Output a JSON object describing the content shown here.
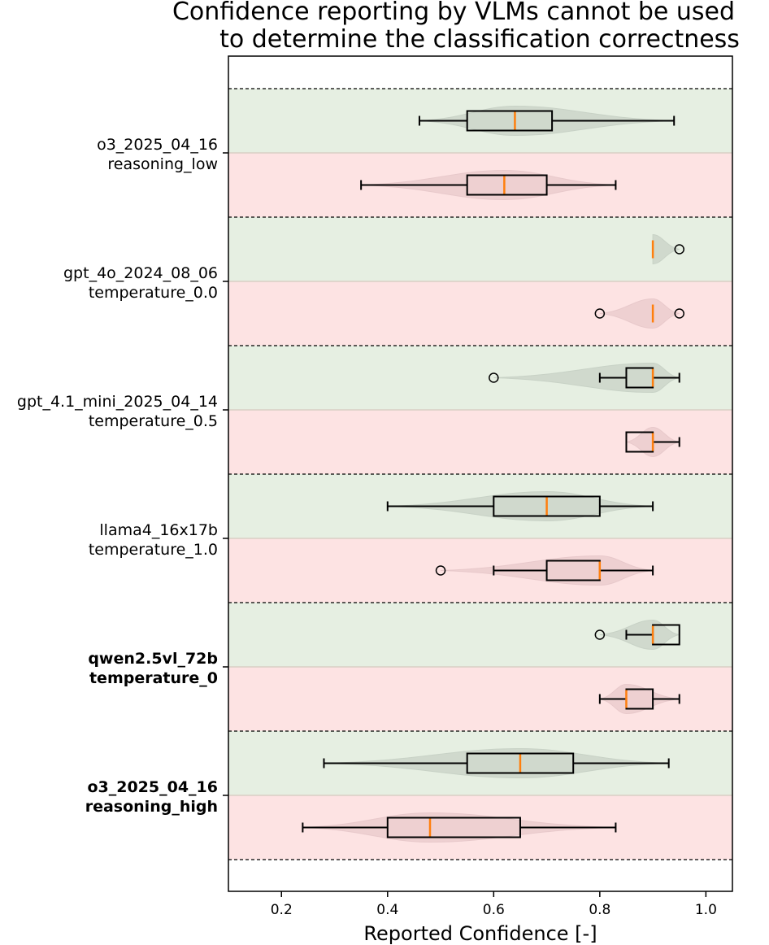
{
  "chart_data": {
    "type": "box",
    "title": [
      "Confidence reporting by VLMs cannot be used",
      "to determine the classification correctness"
    ],
    "xlabel": "Reported Confidence [-]",
    "xlim": [
      0.1,
      1.05
    ],
    "xticks": [
      "0.2",
      "0.4",
      "0.6",
      "0.8",
      "1.0"
    ],
    "xtick_values": [
      0.2,
      0.4,
      0.6,
      0.8,
      1.0
    ],
    "colors": {
      "correct_band": "#e6efe2",
      "incorrect_band": "#fde3e3",
      "correct_violin": "#c8d2c6",
      "incorrect_violin": "#e8c9cb",
      "median": "#ff7f0e",
      "box_edge": "#000000"
    },
    "groups": [
      {
        "label": [
          "o3_2025_04_16",
          "reasoning_low"
        ],
        "bold": false,
        "correct": {
          "whislo": 0.46,
          "q1": 0.55,
          "med": 0.64,
          "q3": 0.71,
          "whishi": 0.94,
          "fliers": [],
          "violin": [
            0.46,
            0.94
          ]
        },
        "incorrect": {
          "whislo": 0.35,
          "q1": 0.55,
          "med": 0.62,
          "q3": 0.7,
          "whishi": 0.83,
          "fliers": [],
          "violin": [
            0.35,
            0.83
          ]
        }
      },
      {
        "label": [
          "gpt_4o_2024_08_06",
          "temperature_0.0"
        ],
        "bold": false,
        "correct": {
          "whislo": 0.9,
          "q1": 0.9,
          "med": 0.9,
          "q3": 0.9,
          "whishi": 0.9,
          "fliers": [
            0.95
          ],
          "violin": [
            0.9,
            0.95
          ]
        },
        "incorrect": {
          "whislo": 0.9,
          "q1": 0.9,
          "med": 0.9,
          "q3": 0.9,
          "whishi": 0.9,
          "fliers": [
            0.8,
            0.95
          ],
          "violin": [
            0.8,
            0.95
          ]
        }
      },
      {
        "label": [
          "gpt_4.1_mini_2025_04_14",
          "temperature_0.5"
        ],
        "bold": false,
        "correct": {
          "whislo": 0.8,
          "q1": 0.85,
          "med": 0.9,
          "q3": 0.9,
          "whishi": 0.95,
          "fliers": [
            0.6
          ],
          "violin": [
            0.6,
            0.95
          ]
        },
        "incorrect": {
          "whislo": 0.85,
          "q1": 0.85,
          "med": 0.9,
          "q3": 0.9,
          "whishi": 0.95,
          "fliers": [],
          "violin": [
            0.85,
            0.95
          ]
        }
      },
      {
        "label": [
          "llama4_16x17b",
          "temperature_1.0"
        ],
        "bold": false,
        "correct": {
          "whislo": 0.4,
          "q1": 0.6,
          "med": 0.7,
          "q3": 0.8,
          "whishi": 0.9,
          "fliers": [],
          "violin": [
            0.4,
            0.9
          ]
        },
        "incorrect": {
          "whislo": 0.6,
          "q1": 0.7,
          "med": 0.8,
          "q3": 0.8,
          "whishi": 0.9,
          "fliers": [
            0.5
          ],
          "violin": [
            0.5,
            0.9
          ]
        }
      },
      {
        "label": [
          "qwen2.5vl_72b",
          "temperature_0"
        ],
        "bold": true,
        "correct": {
          "whislo": 0.85,
          "q1": 0.9,
          "med": 0.9,
          "q3": 0.95,
          "whishi": 0.95,
          "fliers": [
            0.8
          ],
          "violin": [
            0.8,
            0.95
          ]
        },
        "incorrect": {
          "whislo": 0.8,
          "q1": 0.85,
          "med": 0.85,
          "q3": 0.9,
          "whishi": 0.95,
          "fliers": [],
          "violin": [
            0.8,
            0.95
          ]
        }
      },
      {
        "label": [
          "o3_2025_04_16",
          "reasoning_high"
        ],
        "bold": true,
        "correct": {
          "whislo": 0.28,
          "q1": 0.55,
          "med": 0.65,
          "q3": 0.75,
          "whishi": 0.93,
          "fliers": [],
          "violin": [
            0.28,
            0.93
          ]
        },
        "incorrect": {
          "whislo": 0.24,
          "q1": 0.4,
          "med": 0.48,
          "q3": 0.65,
          "whishi": 0.83,
          "fliers": [],
          "violin": [
            0.24,
            0.83
          ]
        }
      }
    ]
  }
}
